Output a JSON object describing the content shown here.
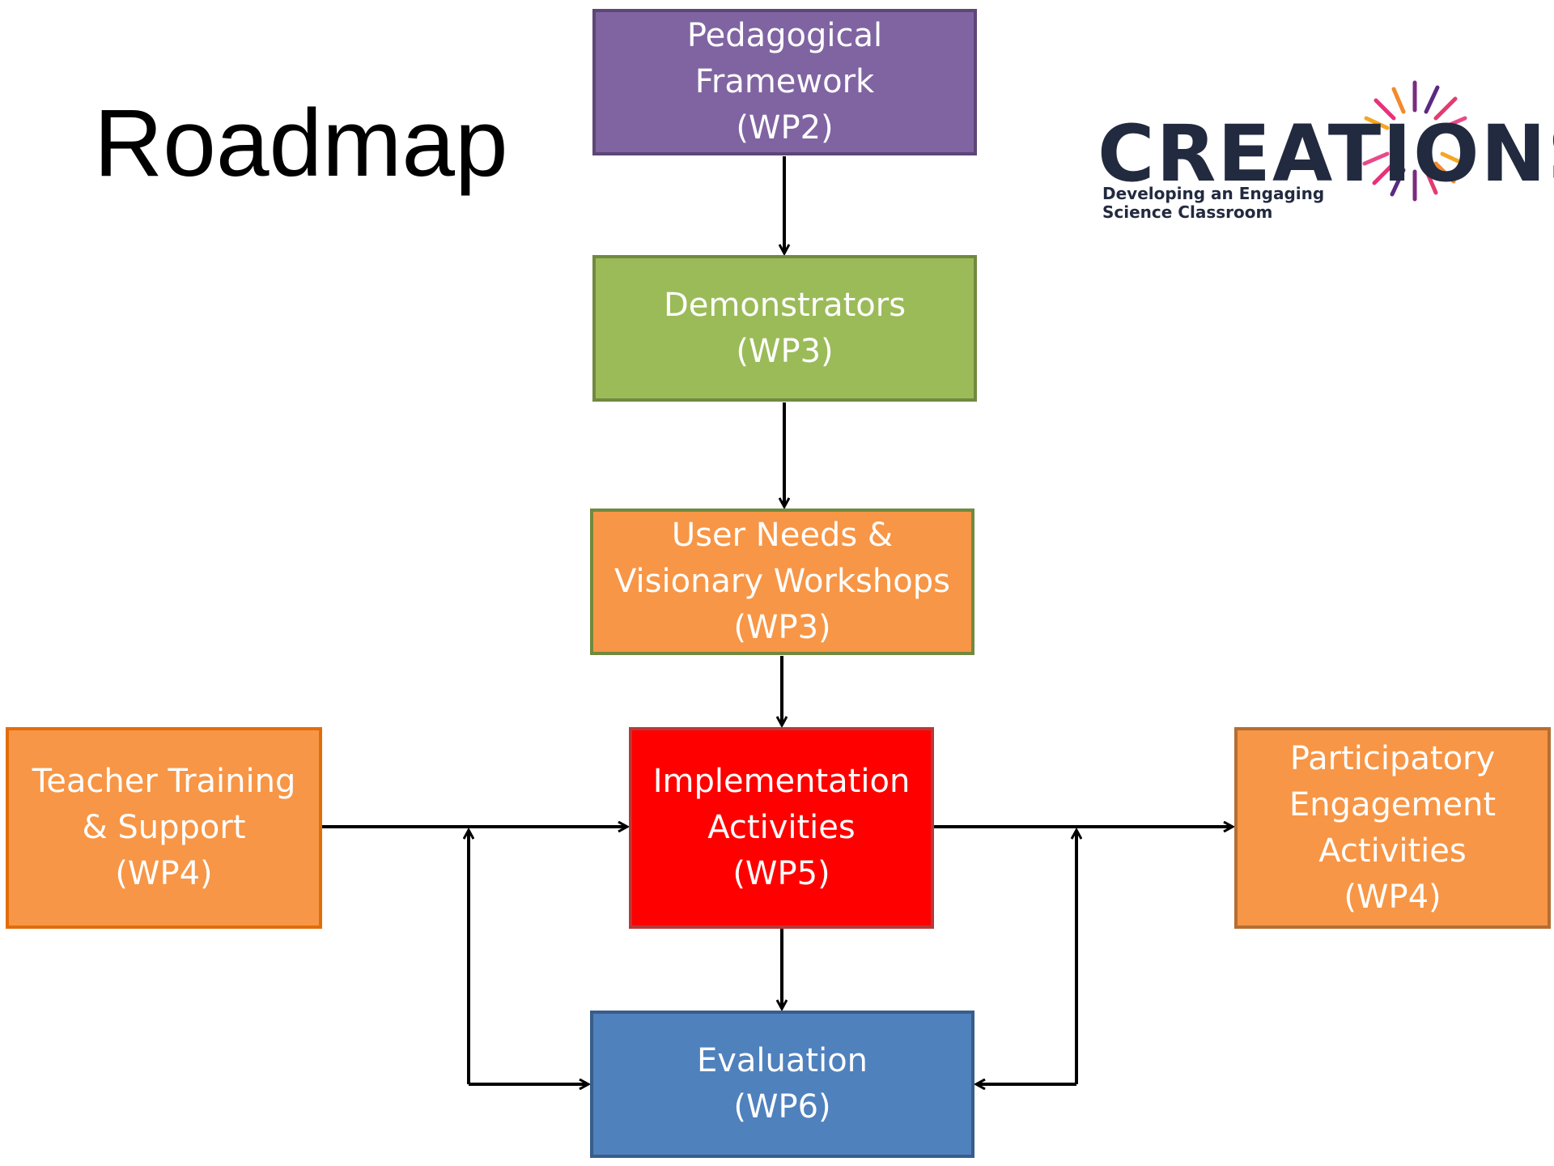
{
  "title": "Roadmap",
  "logo": {
    "wordmark": "CREATIONS",
    "tagline_line1": "Developing an Engaging",
    "tagline_line2": "Science Classroom"
  },
  "nodes": {
    "pedagogical": {
      "line1": "Pedagogical",
      "line2": "Framework",
      "line3": "(WP2)",
      "fill": "#8064a2",
      "border": "#5c4776"
    },
    "demonstrators": {
      "line1": "Demonstrators",
      "line2": "(WP3)",
      "fill": "#9bbb59",
      "border": "#71893f"
    },
    "user_needs": {
      "line1": "User Needs &",
      "line2": "Visionary Workshops",
      "line3": "(WP3)",
      "fill": "#f79646",
      "border": "#71893f"
    },
    "implementation": {
      "line1": "Implementation",
      "line2": "Activities",
      "line3": "(WP5)",
      "fill": "#ff0000",
      "border": "#b83939"
    },
    "teacher_training": {
      "line1": "Teacher Training",
      "line2": "& Support",
      "line3": "(WP4)",
      "fill": "#f79646",
      "border": "#e36c0a"
    },
    "participatory": {
      "line1": "Participatory",
      "line2": "Engagement",
      "line3": "Activities",
      "line4": "(WP4)",
      "fill": "#f79646",
      "border": "#b66d31"
    },
    "evaluation": {
      "line1": "Evaluation",
      "line2": "(WP6)",
      "fill": "#4f81bd",
      "border": "#385d8a"
    }
  },
  "edges": [
    {
      "from": "pedagogical",
      "to": "demonstrators"
    },
    {
      "from": "demonstrators",
      "to": "user_needs"
    },
    {
      "from": "user_needs",
      "to": "implementation"
    },
    {
      "from": "teacher_training",
      "to": "implementation"
    },
    {
      "from": "implementation",
      "to": "participatory"
    },
    {
      "from": "implementation",
      "to": "evaluation"
    },
    {
      "from": "evaluation",
      "to": "teacher_training-link"
    },
    {
      "from": "evaluation",
      "to": "participatory-link"
    }
  ],
  "colors": {
    "arrow": "#000000",
    "logo_text": "#222a40"
  }
}
